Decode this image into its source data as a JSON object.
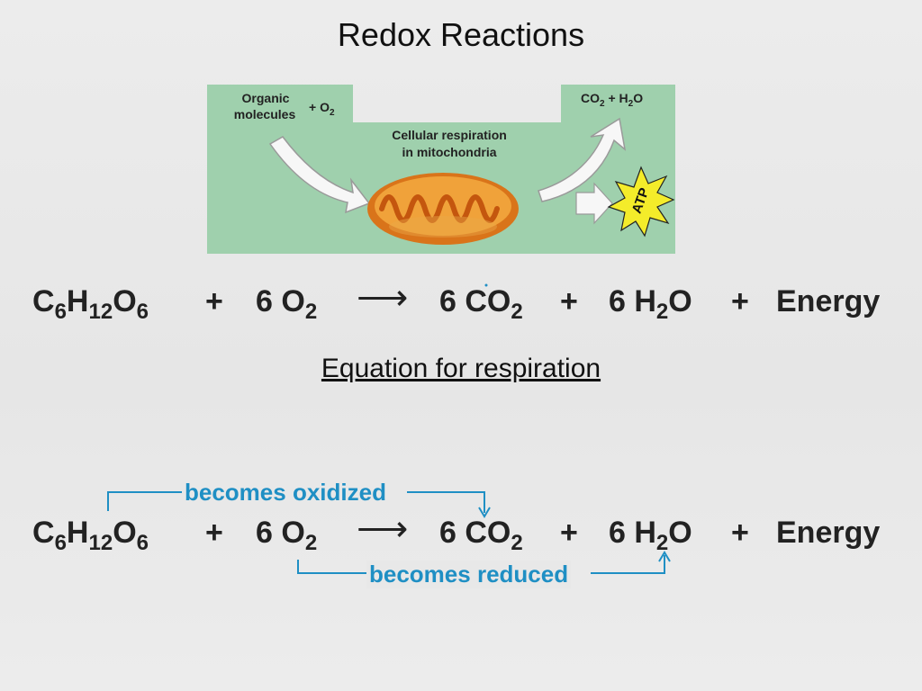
{
  "title": "Redox Reactions",
  "diagram": {
    "input_label_line1": "Organic",
    "input_label_line2": "molecules",
    "input_plus_o2": "+ O",
    "input_o2_sub": "2",
    "process_line1": "Cellular respiration",
    "process_line2": "in mitochondria",
    "output_co2": "CO",
    "output_co2_sub": "2",
    "output_plus_h2o": " + H",
    "output_h2o_sub": "2",
    "output_o": "O",
    "atp_label": "ATP",
    "colors": {
      "panel": "#9fd0ad",
      "arrow": "#f5f5f5",
      "mito_outer": "#e08a1f",
      "mito_inner": "#f4a53a",
      "burst": "#f4ec2a"
    }
  },
  "equation": {
    "glucose": {
      "c": "C",
      "c_sub": "6",
      "h": "H",
      "h_sub": "12",
      "o": "O",
      "o_sub": "6"
    },
    "plus1": "+",
    "oxygen": {
      "coef": "6 O",
      "sub": "2"
    },
    "arrow": "⟶",
    "co2": {
      "coef": "6 CO",
      "sub": "2"
    },
    "plus2": "+",
    "water": {
      "coef": "6 H",
      "sub": "2",
      "o": "O"
    },
    "plus3": "+",
    "energy": "Energy"
  },
  "caption": "Equation for respiration",
  "annotations": {
    "oxidized": "becomes oxidized",
    "reduced": "becomes reduced",
    "color": "#1f8fc4"
  }
}
